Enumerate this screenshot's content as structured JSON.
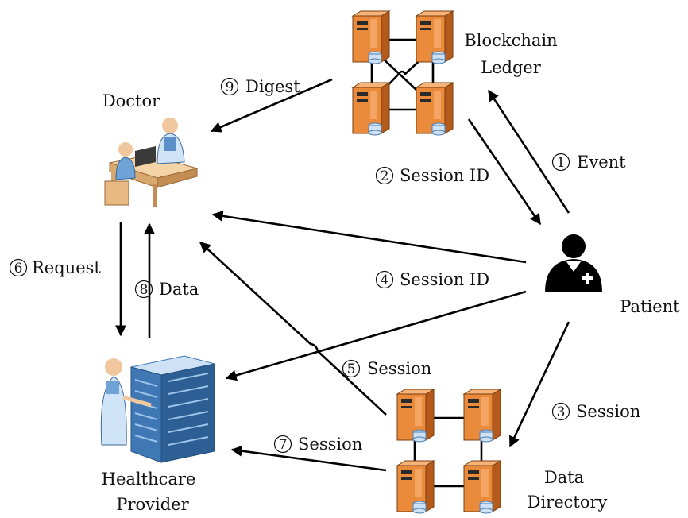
{
  "nodes": {
    "blockchain": {
      "line1": "Blockchain",
      "line2": "Ledger",
      "icon": "server-cluster-icon"
    },
    "doctor": {
      "label": "Doctor",
      "icon": "doctor-desk-icon"
    },
    "patient": {
      "label": "Patient",
      "icon": "patient-icon"
    },
    "provider": {
      "line1": "Healthcare",
      "line2": "Provider",
      "icon": "datacenter-icon"
    },
    "directory": {
      "line1": "Data",
      "line2": "Directory",
      "icon": "server-cluster-icon"
    }
  },
  "edges": [
    {
      "id": "event",
      "num": "1",
      "text": "Event"
    },
    {
      "id": "session-id-2",
      "num": "2",
      "text": "Session ID"
    },
    {
      "id": "session-3",
      "num": "3",
      "text": "Session"
    },
    {
      "id": "session-id-4",
      "num": "4",
      "text": "Session ID"
    },
    {
      "id": "session-5",
      "num": "5",
      "text": "Session"
    },
    {
      "id": "request",
      "num": "6",
      "text": "Request"
    },
    {
      "id": "session-7",
      "num": "7",
      "text": "Session"
    },
    {
      "id": "data",
      "num": "8",
      "text": "Data"
    },
    {
      "id": "digest",
      "num": "9",
      "text": "Digest"
    }
  ],
  "colors": {
    "server_orange": "#ea8b3c",
    "patient_black": "#000000",
    "rack_blue": "#3f78b5"
  }
}
